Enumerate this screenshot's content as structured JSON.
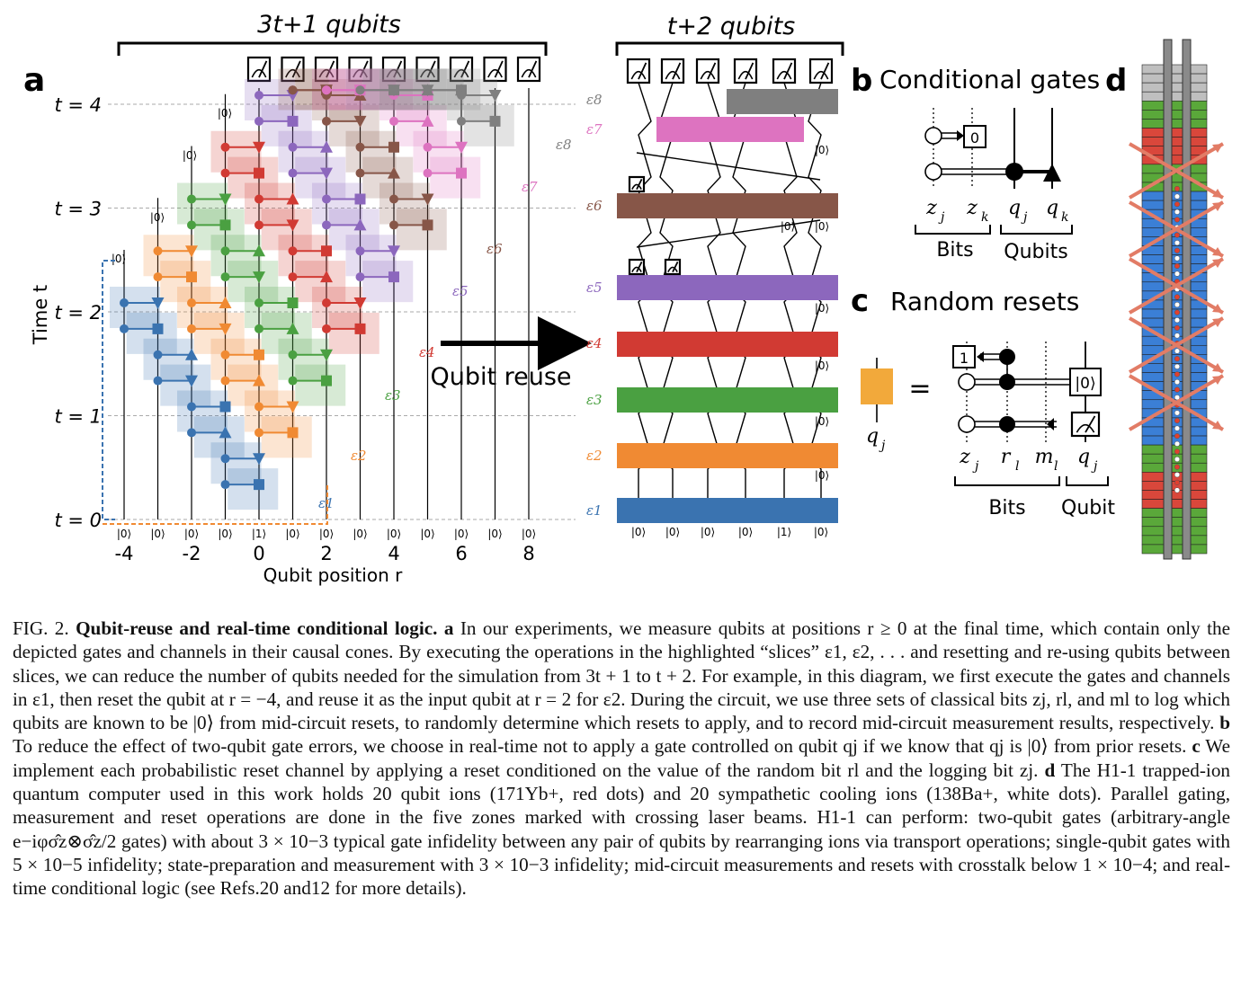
{
  "figure": {
    "panel_labels": {
      "a": "a",
      "b": "b",
      "c": "c",
      "d": "d"
    },
    "panel_a": {
      "header": "3t+1 qubits",
      "t_labels": [
        "t = 0",
        "t = 1",
        "t = 2",
        "t = 3",
        "t = 4"
      ],
      "y_axis_label": "Time t",
      "x_axis_label": "Qubit position r",
      "x_ticks": [
        "-4",
        "-2",
        "0",
        "2",
        "4",
        "6",
        "8"
      ],
      "ket0": "|0⟩",
      "ket1": "|1⟩",
      "bottom_kets": [
        "|0⟩",
        "|0⟩",
        "|0⟩",
        "|0⟩",
        "|1⟩",
        "|0⟩",
        "|0⟩",
        "|0⟩",
        "|0⟩",
        "|0⟩",
        "|0⟩",
        "|0⟩",
        "|0⟩"
      ],
      "slice_labels": [
        "ε1",
        "ε2",
        "ε3",
        "ε4",
        "ε5",
        "ε6",
        "ε7",
        "ε8"
      ],
      "arrow_label": "Qubit reuse"
    },
    "panel_a_right": {
      "header": "t+2 qubits",
      "slice_labels": [
        "ε8",
        "ε7",
        "ε6",
        "ε5",
        "ε4",
        "ε3",
        "ε2",
        "ε1"
      ],
      "bottom_kets": [
        "|0⟩",
        "|0⟩",
        "|0⟩",
        "|0⟩",
        "|1⟩",
        "|0⟩"
      ],
      "ket0": "|0⟩"
    },
    "panel_b": {
      "title": "Conditional gates",
      "box_label": "0",
      "labels": [
        "z",
        "z",
        "q",
        "q"
      ],
      "subscripts": [
        "j",
        "k",
        "j",
        "k"
      ],
      "bits_label": "Bits",
      "qubits_label": "Qubits"
    },
    "panel_c": {
      "title": "Random resets",
      "equals": "=",
      "input_label": "q",
      "input_sub": "j",
      "box_label": "1",
      "reset_label": "|0⟩",
      "labels": [
        "z",
        "r",
        "m",
        "q"
      ],
      "subscripts": [
        "j",
        "l",
        "l",
        "j"
      ],
      "bits_label": "Bits",
      "qubit_label": "Qubit"
    },
    "colors": {
      "e1": "#3a73b0",
      "e2": "#f08a33",
      "e3": "#4aa041",
      "e4": "#d13a33",
      "e5": "#8c67bd",
      "e6": "#875648",
      "e7": "#dd73c0",
      "e8": "#7f7f7f",
      "reset_box": "#f2a93b",
      "laser": "#e27c66"
    }
  },
  "caption": {
    "fig_label": "FIG. 2.",
    "title": "Qubit-reuse and real-time conditional logic.",
    "a_label": "a",
    "a_text": "In our experiments, we measure qubits at positions r ≥ 0 at the final time, which contain only the depicted gates and channels in their causal cones. By executing the operations in the highlighted “slices” ε1, ε2, . . . and resetting and re-using qubits between slices, we can reduce the number of qubits needed for the simulation from 3t + 1 to t + 2. For example, in this diagram, we first execute the gates and channels in ε1, then reset the qubit at r = −4, and reuse it as the input qubit at r = 2 for ε2. During the circuit, we use three sets of classical bits zj, rl, and ml to log which qubits are known to be |0⟩ from mid-circuit resets, to randomly determine which resets to apply, and to record mid-circuit measurement results, respectively.",
    "b_label": "b",
    "b_text": "To reduce the effect of two-qubit gate errors, we choose in real-time not to apply a gate controlled on qubit qj if we know that qj is |0⟩ from prior resets.",
    "c_label": "c",
    "c_text": "We implement each probabilistic reset channel by applying a reset conditioned on the value of the random bit rl and the logging bit zj.",
    "d_label": "d",
    "d_text": "The H1-1 trapped-ion quantum computer used in this work holds 20 qubit ions (171Yb+, red dots) and 20 sympathetic cooling ions (138Ba+, white dots). Parallel gating, measurement and reset operations are done in the five zones marked with crossing laser beams. H1-1 can perform: two-qubit gates (arbitrary-angle e−iφσ̂z⊗σ̂z/2 gates) with about 3 × 10−3 typical gate infidelity between any pair of qubits by rearranging ions via transport operations; single-qubit gates with 5 × 10−5 infidelity; state-preparation and measurement with 3 × 10−3 infidelity; mid-circuit measurements and resets with crosstalk below 1 × 10−4; and real-time conditional logic (see Refs.20 and12 for more details)."
  }
}
